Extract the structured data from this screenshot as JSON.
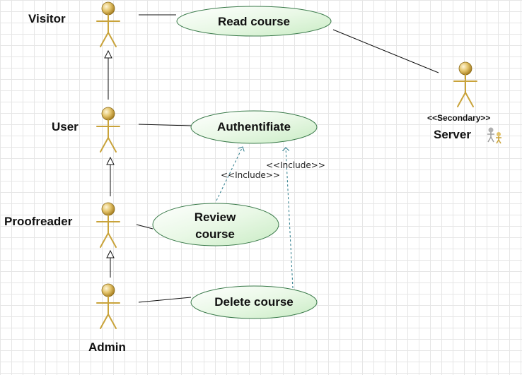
{
  "actors": {
    "visitor": "Visitor",
    "user": "User",
    "proofreader": "Proofreader",
    "admin": "Admin",
    "server": "Server",
    "server_stereotype": "<<Secondary>>"
  },
  "use_cases": {
    "read_course": "Read course",
    "authentificate": "Authentifiate",
    "review_course_line1": "Review",
    "review_course_line2": "course",
    "delete_course": "Delete course"
  },
  "dependencies": {
    "include_review": "<<Include>>",
    "include_delete": "<<Include>>"
  },
  "icons": {
    "server_badge": "secondary-actor-icon"
  },
  "colors": {
    "actor_body": "#c9a33a",
    "actor_head": "#e3c36a",
    "usecase_fill": "#e4f7e1",
    "usecase_stroke": "#3a7a4a",
    "include_line": "#2a7a8a",
    "grid": "#e6e6e6"
  }
}
